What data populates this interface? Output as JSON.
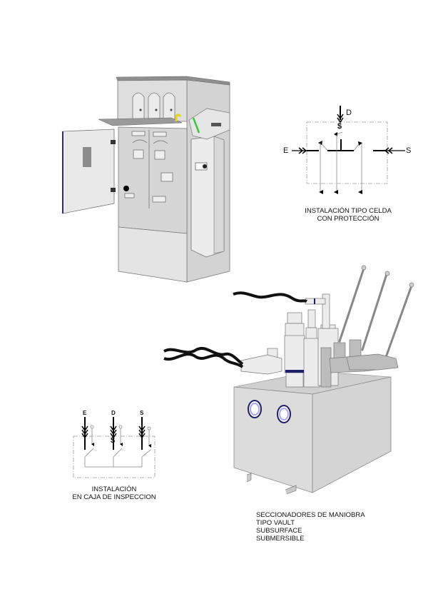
{
  "diagram_celda": {
    "terminals": {
      "top": "D",
      "left": "E",
      "right": "S"
    },
    "switch_symbol": "$",
    "caption_lines": [
      "INSTALACIÓN  TIPO CELDA",
      "CON PROTECCIÓN"
    ]
  },
  "diagram_caja": {
    "terminals": [
      "E",
      "D",
      "S"
    ],
    "switch_symbol": "$",
    "caption_lines": [
      "INSTALACIÓN",
      "EN CAJA DE INSPECCION"
    ]
  },
  "vault_caption": {
    "lines": [
      "SECCIONADORES DE MANIOBRA",
      "TIPO  VAULT",
      "SUBSURFACE",
      "SUBMERSIBLE"
    ]
  },
  "illustrations": {
    "cell": "switchgear-cell-illustration",
    "vault": "vault-switch-illustration"
  },
  "colors": {
    "panel": "#d9d9d9",
    "panel_light": "#e8e8e8",
    "panel_dark": "#bdbdbd",
    "outline": "#777777",
    "door_edge": "#2b2f7a",
    "green_bar": "#38c83a",
    "yellow_handle": "#e8d21a",
    "cable": "#111111",
    "window_ring": "#1e1e6a",
    "window_fill": "#a8a8ea",
    "dash": "#999999"
  }
}
